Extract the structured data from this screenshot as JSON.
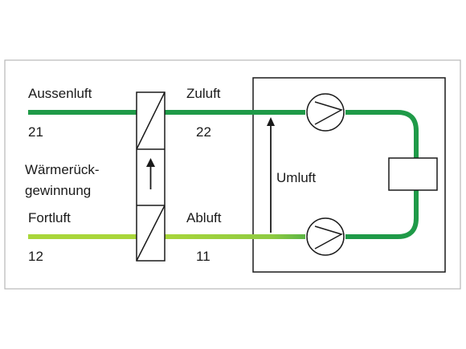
{
  "labels": {
    "outside_air": "Aussenluft",
    "outside_air_no": "21",
    "supply_air": "Zuluft",
    "supply_air_no": "22",
    "heat_recovery_line1": "Wärmerück-",
    "heat_recovery_line2": "gewinnung",
    "recirculation": "Umluft",
    "exhaust_air": "Fortluft",
    "exhaust_air_no": "12",
    "extract_air": "Abluft",
    "extract_air_no": "11"
  },
  "colors": {
    "supply_green": "#1f9a48",
    "exhaust_light_green": "#a9d63a",
    "outline": "#1a1a1a",
    "frame": "#b8b8b8"
  },
  "icons": {
    "fan": "fan-icon",
    "heat_exchanger": "heat-exchanger-icon",
    "coil": "heating-coil-icon",
    "arrow": "arrow-up-icon"
  }
}
